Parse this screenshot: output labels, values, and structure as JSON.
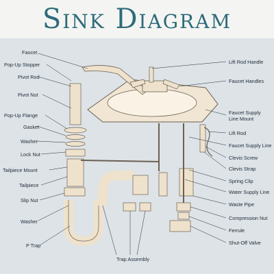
{
  "title": "Sink Diagram",
  "labels_left": [
    "Faucet",
    "Pop-Up Stopper",
    "Pivot Rod",
    "Pivot Nut",
    "Pop-Up Flange",
    "Gasket",
    "Washer",
    "Lock Nut",
    "Tailpiece Mount",
    "Tailpiece",
    "Slip Nut",
    "Washer",
    "P Trap"
  ],
  "labels_right": [
    "Lift Rod Handle",
    "Faucet Handles",
    "Faucet Supply",
    "Line Mount",
    "Lift Rod",
    "Faucet Supply Line",
    "Clevis Screw",
    "Clevis Strap",
    "Spring Clip",
    "Water Supply Line",
    "Waste Pipe",
    "Compression Nut",
    "Ferrule",
    "Shut-Off Valve"
  ],
  "label_bottom": "Trap Assembly"
}
